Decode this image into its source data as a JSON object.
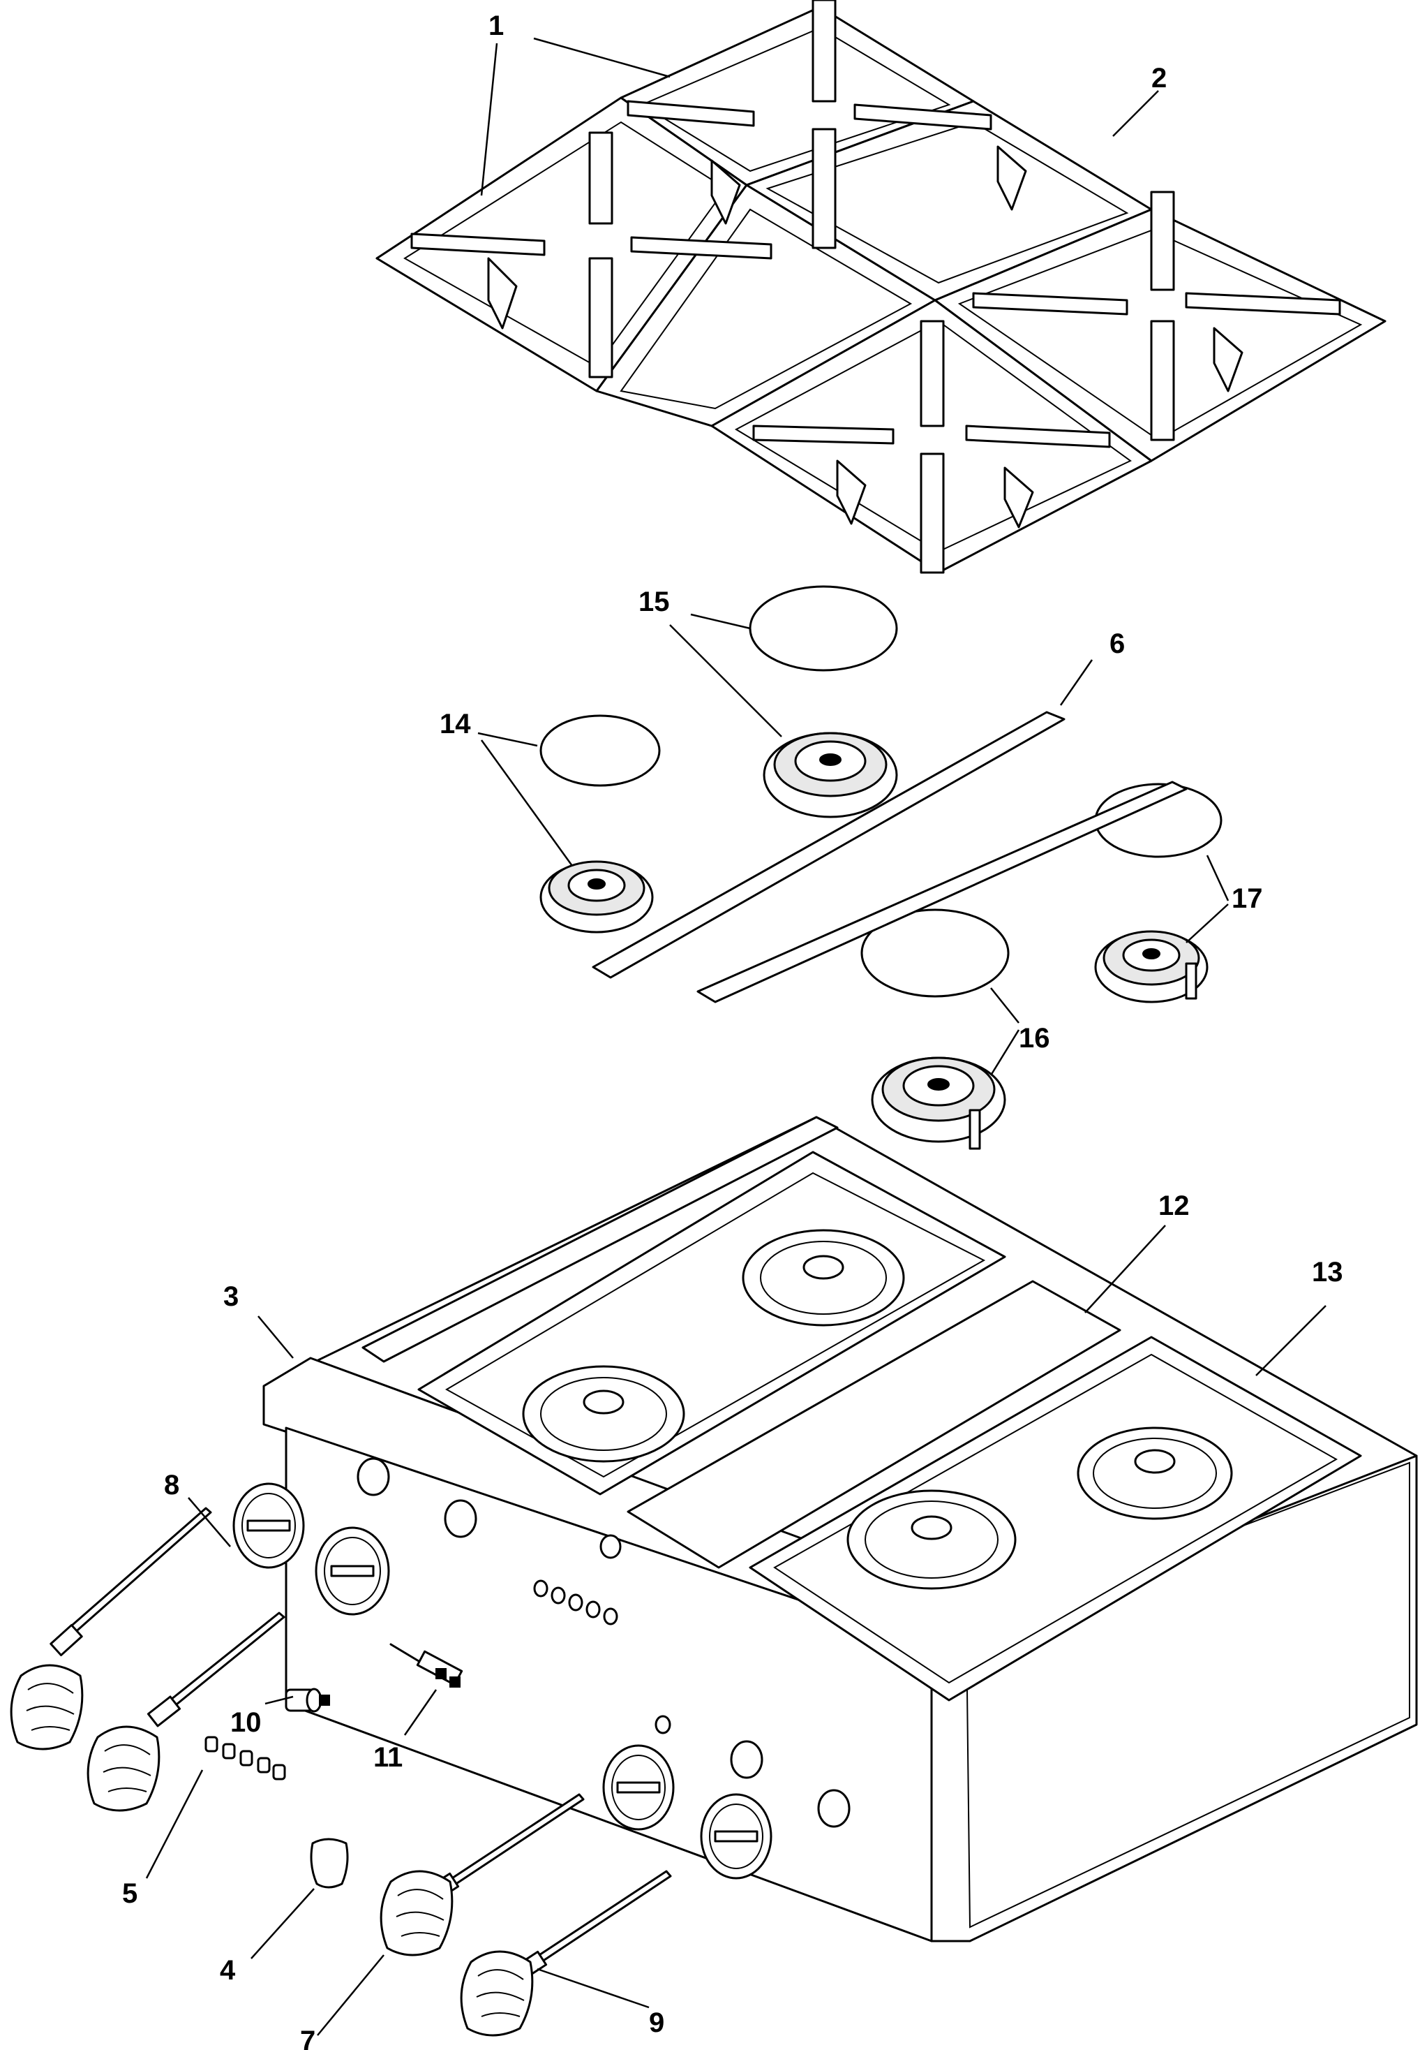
{
  "labels": {
    "l1": "1",
    "l2": "2",
    "l3": "3",
    "l4": "4",
    "l5": "5",
    "l6": "6",
    "l7": "7",
    "l8": "8",
    "l9": "9",
    "l10": "10",
    "l11": "11",
    "l12": "12",
    "l13": "13",
    "l14": "14",
    "l15": "15",
    "l16": "16",
    "l17": "17"
  },
  "colors": {
    "line": "#000000",
    "background": "#ffffff",
    "shade": "#e8e8e8"
  }
}
